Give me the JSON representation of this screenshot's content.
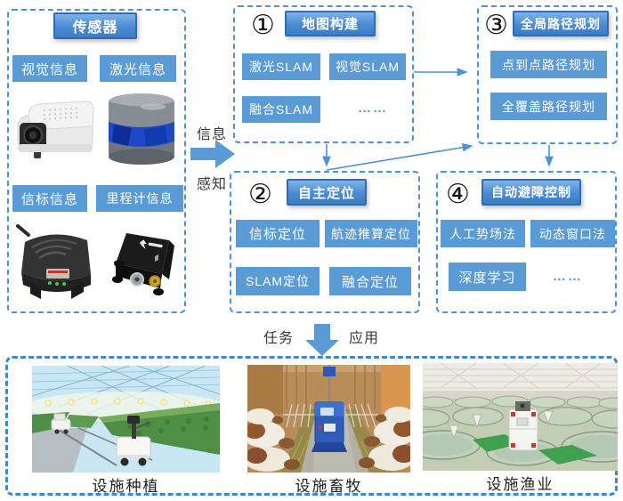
{
  "colors": {
    "accent_blue": "#5b9bd5",
    "dashed_border_blue": "#4e91d9",
    "title_button_border": "#2e6cb5"
  },
  "sensor_panel": {
    "title": "传感器",
    "visual_label": "视觉信息",
    "laser_label": "激光信息",
    "beacon_label": "信标信息",
    "odometer_label": "里程计信息"
  },
  "flow_labels": {
    "info": "信息",
    "perception": "感知",
    "task": "任务",
    "application": "应用"
  },
  "modules": {
    "map_building": {
      "num": "①",
      "title": "地图构建",
      "items": [
        "激光SLAM",
        "视觉SLAM",
        "融合SLAM"
      ],
      "ellipsis": "……"
    },
    "localization": {
      "num": "②",
      "title": "自主定位",
      "items": [
        "信标定位",
        "航迹推算定位",
        "SLAM定位",
        "融合定位"
      ]
    },
    "global_path": {
      "num": "③",
      "title": "全局路径规划",
      "items": [
        "点到点路径规划",
        "全覆盖路径规划"
      ]
    },
    "obstacle_avoidance": {
      "num": "④",
      "title": "自动避障控制",
      "items": [
        "人工势场法",
        "动态窗口法",
        "深度学习"
      ],
      "ellipsis": "……"
    }
  },
  "applications": {
    "planting_caption": "设施种植",
    "livestock_caption": "设施畜牧",
    "fishery_caption": "设施渔业"
  }
}
